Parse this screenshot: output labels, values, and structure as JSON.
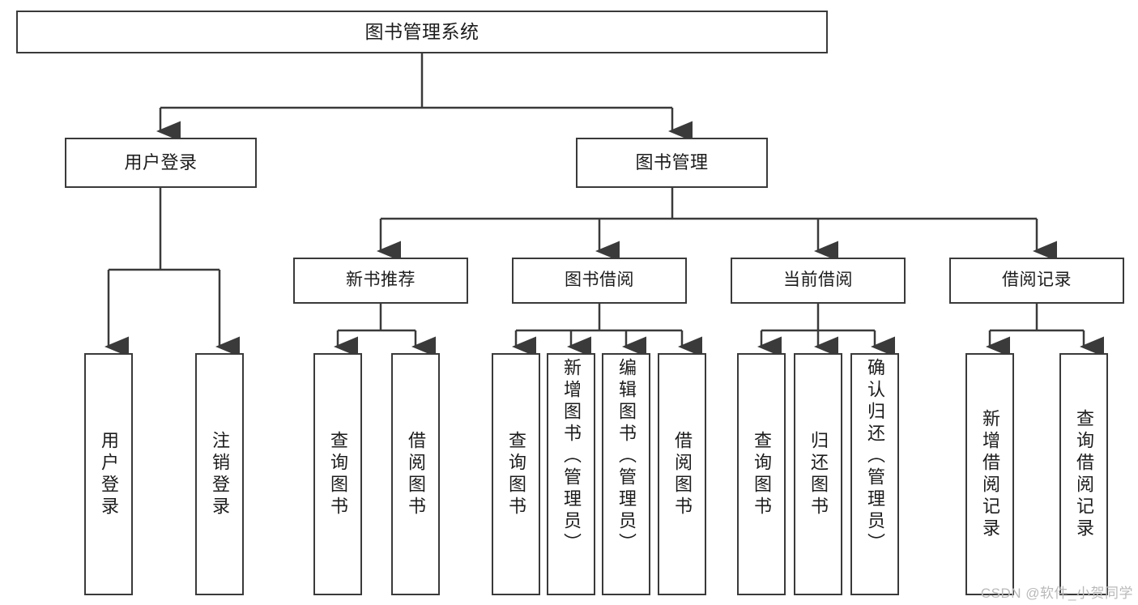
{
  "diagram": {
    "title": "图书管理系统",
    "type": "tree-hierarchy",
    "orientation": "top-down",
    "colors": {
      "box_border": "#3a3a3a",
      "box_fill": "#ffffff",
      "connector": "#3a3a3a",
      "text": "#1c1c1c",
      "watermark": "#b9b9b9",
      "background": "#ffffff"
    }
  },
  "watermark": {
    "text": "CSDN @软件_小贺同学"
  },
  "nodes": {
    "root": {
      "label": "图书管理系统"
    },
    "level2": [
      {
        "label": "用户登录"
      },
      {
        "label": "图书管理"
      }
    ],
    "level3": [
      {
        "label": "新书推荐"
      },
      {
        "label": "图书借阅"
      },
      {
        "label": "当前借阅"
      },
      {
        "label": "借阅记录"
      }
    ],
    "leaves": {
      "user_login": [
        {
          "label": "用户登录"
        },
        {
          "label": "注销登录"
        }
      ],
      "new_book_recommend": [
        {
          "label": "查询图书"
        },
        {
          "label": "借阅图书"
        }
      ],
      "book_borrow": [
        {
          "label": "查询图书"
        },
        {
          "label": "新增图书（管理员）"
        },
        {
          "label": "编辑图书（管理员）"
        },
        {
          "label": "借阅图书"
        }
      ],
      "current_borrow": [
        {
          "label": "查询图书"
        },
        {
          "label": "归还图书"
        },
        {
          "label": "确认归还（管理员）"
        }
      ],
      "borrow_record": [
        {
          "label": "新增借阅记录"
        },
        {
          "label": "查询借阅记录"
        }
      ]
    }
  }
}
